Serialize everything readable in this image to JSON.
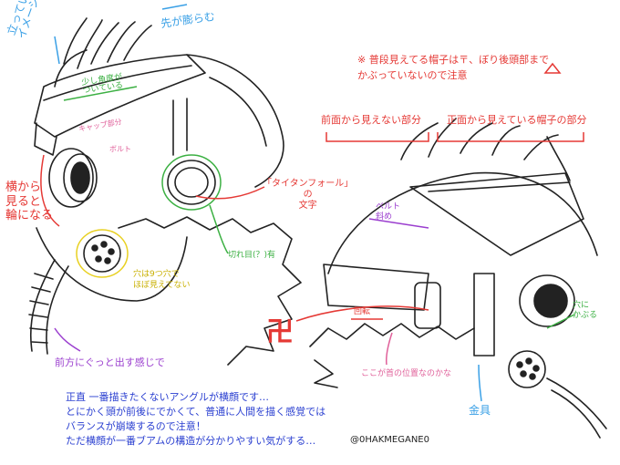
{
  "colors": {
    "ink": "#222222",
    "red": "#e53935",
    "blue": "#3aa0e6",
    "green": "#3cb043",
    "purple": "#9b3fcf",
    "pink": "#e0609a",
    "navy": "#2a3fd0"
  },
  "left_figure": {
    "blue_note_top_left": "立っている\nイメージ",
    "blue_note_top_right": "先が膨らむ",
    "green_note_brim": "少し角度が\nついている",
    "red_note_side_view": "横から\n見ると\n輪になる",
    "pink_note_left": "キャップ部分",
    "pink_note_mid": "ボルト",
    "red_note_titan_fall": "「タイタンフォール」\nの\n文字",
    "green_note_cut": "切れ目(？)有",
    "yellow_note_holes": "穴は9つ穴で\nほぼ見えてない",
    "purple_note_hose": "前方にぐっと出す感じで"
  },
  "right_figure": {
    "red_warning": "※ 普段見えてる帽子は〒、ぼり後頭部まで\nかぶっていないので注意",
    "warning_icon": "warning-triangle-icon",
    "red_label_not_visible": "前面から見えない部分",
    "red_label_visible": "正面から見えている帽子の部分",
    "purple_note_belt": "ベルト\n斜め",
    "red_note_center": "回転",
    "pink_note_neck": "ここが首の位置なのかな",
    "green_note_hole": "穴に\nかぶる",
    "blue_note_metal": "金具",
    "red_symbol": "卍"
  },
  "bottom_text": {
    "blue_paragraph": "正直 一番描きたくないアングルが横顔です…\nとにかく頭が前後にでかくて、普通に人間を描く感覚では\nバランスが崩壊するので注意！\nただ横顔が一番ブアムの構造が分かりやすい気がする…",
    "signature": "@0HAKMEGANE0"
  }
}
